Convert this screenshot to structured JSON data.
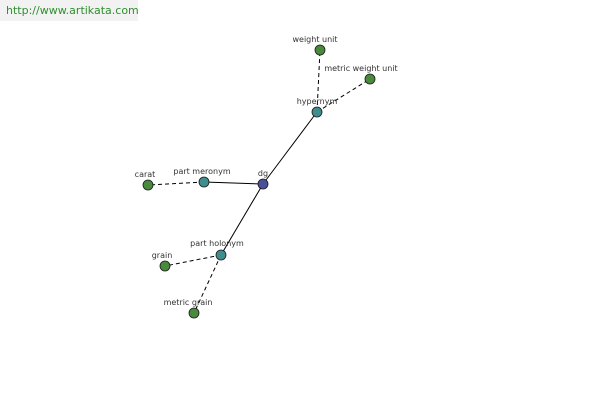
{
  "banner": {
    "url": "http://www.artikata.com"
  },
  "colors": {
    "center_node": "#4b4f9a",
    "relation_node": "#3f8d8d",
    "leaf_node": "#4a8a3c"
  },
  "graph": {
    "nodes": [
      {
        "id": "dg",
        "label": "dg",
        "kind": "center"
      },
      {
        "id": "hypernym",
        "label": "hypernym",
        "kind": "relation"
      },
      {
        "id": "part-meronym",
        "label": "part meronym",
        "kind": "relation"
      },
      {
        "id": "part-holonym",
        "label": "part holonym",
        "kind": "relation"
      },
      {
        "id": "weight-unit",
        "label": "weight unit",
        "kind": "leaf"
      },
      {
        "id": "metric-weight-unit",
        "label": "metric weight unit",
        "kind": "leaf"
      },
      {
        "id": "carat",
        "label": "carat",
        "kind": "leaf"
      },
      {
        "id": "grain",
        "label": "grain",
        "kind": "leaf"
      },
      {
        "id": "metric-grain",
        "label": "metric grain",
        "kind": "leaf"
      }
    ],
    "edges": [
      {
        "from": "dg",
        "to": "hypernym",
        "style": "solid"
      },
      {
        "from": "dg",
        "to": "part-meronym",
        "style": "solid"
      },
      {
        "from": "dg",
        "to": "part-holonym",
        "style": "solid"
      },
      {
        "from": "hypernym",
        "to": "weight-unit",
        "style": "dashed"
      },
      {
        "from": "hypernym",
        "to": "metric-weight-unit",
        "style": "dashed"
      },
      {
        "from": "part-meronym",
        "to": "carat",
        "style": "dashed"
      },
      {
        "from": "part-holonym",
        "to": "grain",
        "style": "dashed"
      },
      {
        "from": "part-holonym",
        "to": "metric-grain",
        "style": "dashed"
      }
    ]
  }
}
